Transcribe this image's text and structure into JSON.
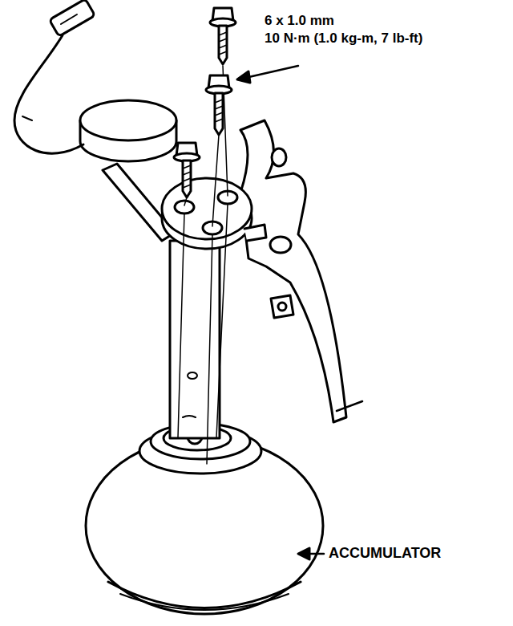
{
  "diagram": {
    "labels": [
      "6 x 1.0 mm",
      "10 N·m (1.0 kg-m, 7 lb-ft)",
      "ACCUMULATOR"
    ]
  }
}
